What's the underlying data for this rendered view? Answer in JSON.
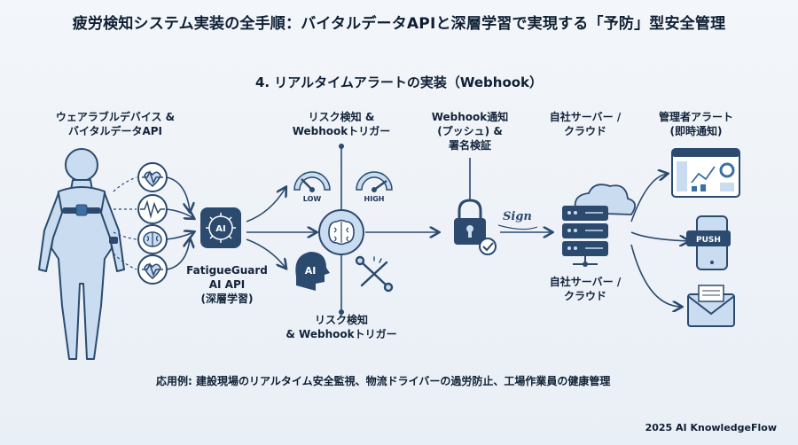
{
  "header": {
    "title": "疲労検知システム実装の全手順：バイタルデータAPIと深層学習で実現する「予防」型安全管理",
    "subtitle": "4. リアルタイムアラートの実装（Webhook）"
  },
  "wearable": {
    "label_line1": "ウェアラブルデバイス &",
    "label_line2": "バイタルデータAPI"
  },
  "api": {
    "label_line1": "FatigueGuard",
    "label_line2": "AI API",
    "label_line3": "(深層学習)",
    "chip_text": "AI"
  },
  "risk_top": {
    "label_line1": "リスク検知 &",
    "label_line2": "Webhookトリガー"
  },
  "risk_bottom": {
    "label_line1": "リスク検知",
    "label_line2": "& Webhookトリガー"
  },
  "gauges": {
    "low": "LOW",
    "high": "HIGH"
  },
  "ai_head_text": "AI",
  "webhook": {
    "label_line1": "Webhook通知",
    "label_line2": "(プッシュ) &",
    "label_line3": "署名検証",
    "sign_text": "Sign"
  },
  "server_top": {
    "label_line1": "自社サーバー /",
    "label_line2": "クラウド"
  },
  "server_bottom": {
    "label_line1": "自社サーバー /",
    "label_line2": "クラウド"
  },
  "admin": {
    "label_line1": "管理者アラート",
    "label_line2": "(即時通知)",
    "push_text": "PUSH"
  },
  "footer": {
    "use_case": "応用例: 建設現場のリアルタイム安全監視、物流ドライバーの過労防止、工場作業員の健康管理",
    "credit": "2025 AI KnowledgeFlow"
  },
  "colors": {
    "primary": "#2b4a6e",
    "light_fill": "#c9dcf0",
    "accent": "#3d6fa5"
  }
}
